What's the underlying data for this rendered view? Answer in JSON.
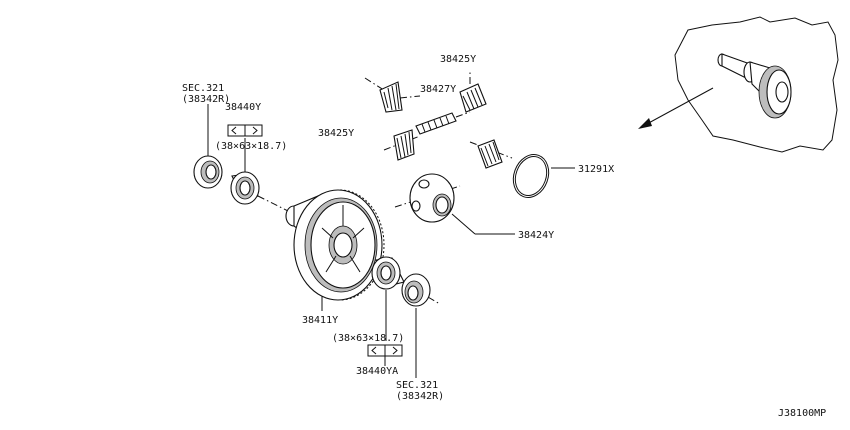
{
  "labels": {
    "sec321_top": "SEC.321",
    "sec321_top_sub": "(38342R)",
    "part_38440y": "38440Y",
    "dim_top": "(38×63×18.7)",
    "part_38425y_top": "38425Y",
    "part_38427y": "38427Y",
    "part_38425y_left": "38425Y",
    "part_31291x": "31291X",
    "part_38424y": "38424Y",
    "part_38411y": "38411Y",
    "dim_bottom": "(38×63×18.7)",
    "part_38440ya": "38440YA",
    "sec321_bottom": "SEC.321",
    "sec321_bottom_sub": "(38342R)",
    "diagram_id": "J38100MP"
  }
}
